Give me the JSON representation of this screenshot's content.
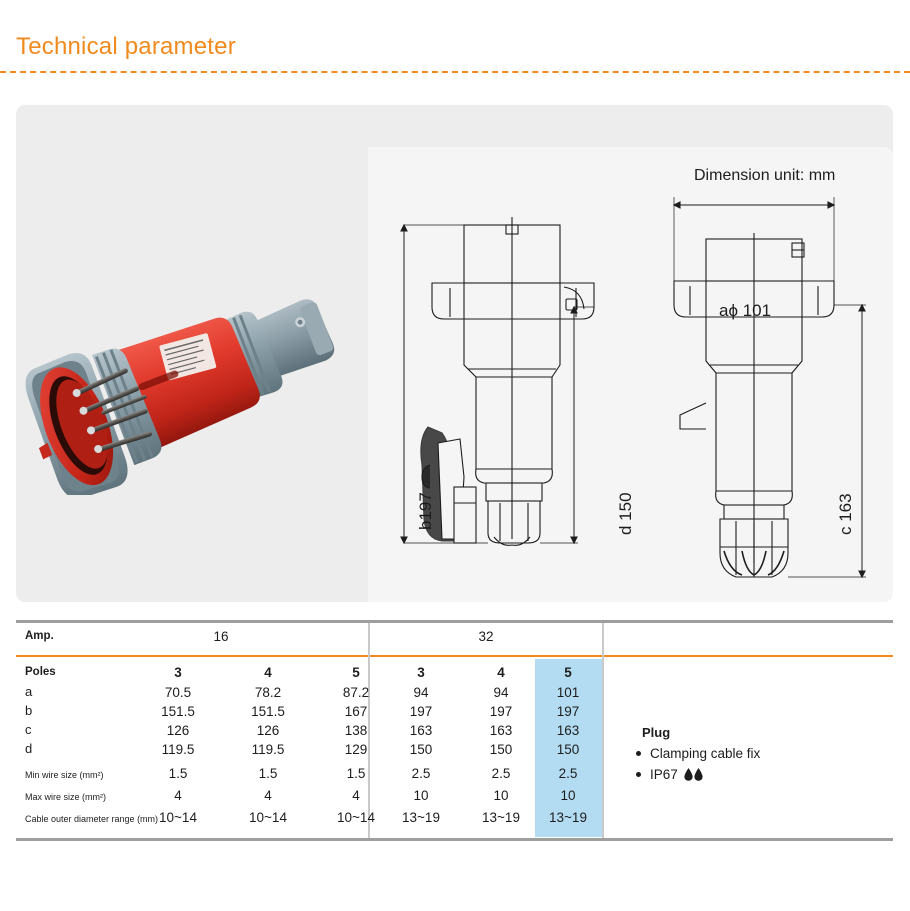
{
  "header": {
    "title": "Technical parameter"
  },
  "illustration": {
    "product_photo_alt": "industrial-plug-photo",
    "dimension_unit_label": "Dimension unit:  mm",
    "labels": {
      "a_diameter": "aϕ 101",
      "b": "b197",
      "d": "d 150",
      "c": "c 163"
    }
  },
  "table": {
    "amp_row_label": "Amp.",
    "poles_row_label": "Poles",
    "amp_groups": [
      {
        "amp": "16",
        "poles": [
          "3",
          "4",
          "5"
        ]
      },
      {
        "amp": "32",
        "poles": [
          "3",
          "4",
          "5"
        ]
      }
    ],
    "highlight_color": "#b3dcf2",
    "accent_color": "#f18a1e",
    "rows": [
      {
        "label": "a",
        "label_style": "plain",
        "values": [
          "70.5",
          "78.2",
          "87.2",
          "94",
          "94",
          "101"
        ]
      },
      {
        "label": "b",
        "label_style": "plain",
        "values": [
          "151.5",
          "151.5",
          "167",
          "197",
          "197",
          "197"
        ]
      },
      {
        "label": "c",
        "label_style": "plain",
        "values": [
          "126",
          "126",
          "138",
          "163",
          "163",
          "163"
        ]
      },
      {
        "label": "d",
        "label_style": "plain",
        "values": [
          "119.5",
          "119.5",
          "129",
          "150",
          "150",
          "150"
        ]
      },
      {
        "label": "Min wire size (mm²)",
        "label_style": "small",
        "values": [
          "1.5",
          "1.5",
          "1.5",
          "2.5",
          "2.5",
          "2.5"
        ]
      },
      {
        "label": "Max wire size (mm²)",
        "label_style": "small",
        "values": [
          "4",
          "4",
          "4",
          "10",
          "10",
          "10"
        ]
      },
      {
        "label": "Cable outer diameter range (mm)",
        "label_style": "small",
        "values": [
          "10~14",
          "10~14",
          "10~14",
          "13~19",
          "13~19",
          "13~19"
        ]
      }
    ]
  },
  "plug_info": {
    "title": "Plug",
    "items": [
      {
        "text": "Clamping cable fix",
        "droplets": 0
      },
      {
        "text": "IP67",
        "droplets": 2
      }
    ]
  }
}
